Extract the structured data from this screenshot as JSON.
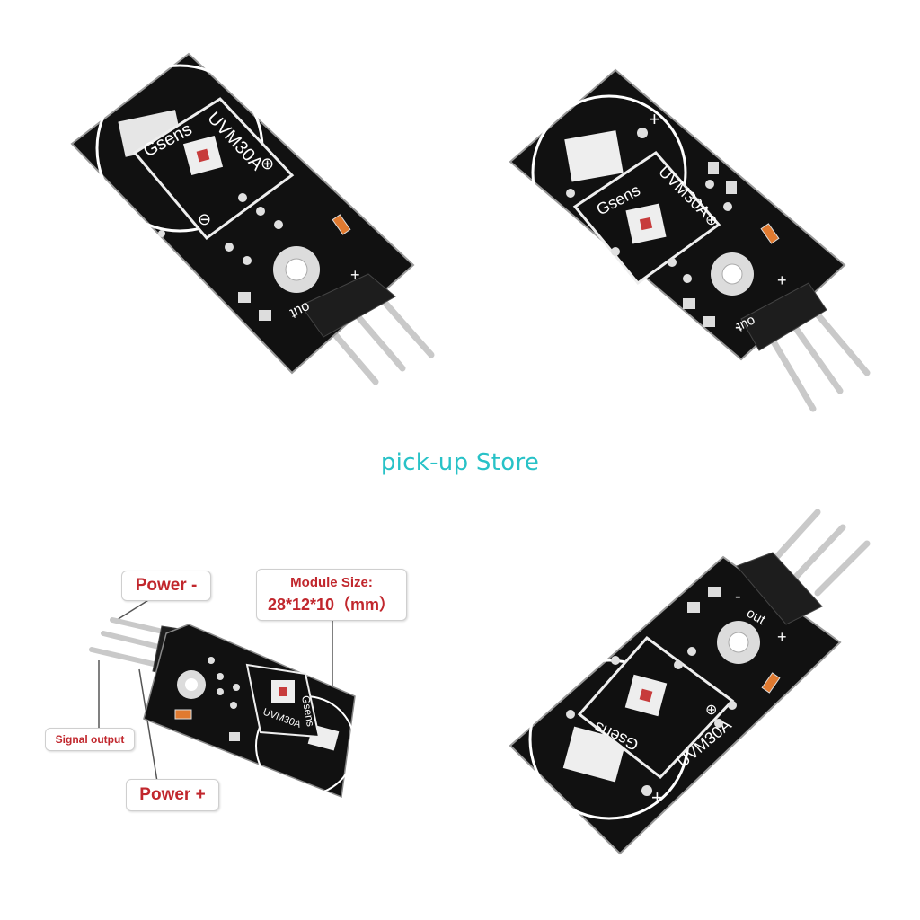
{
  "watermark": {
    "text": "pick-up Store",
    "color": "#28c2c7"
  },
  "board": {
    "pcb_color": "#111111",
    "led_color": "#c73c3c",
    "pin_color": "#c9c9c9",
    "marking_text": "Gsens",
    "model_text": "UVM30A",
    "out_label": "out",
    "plus_label": "+",
    "minus_label": "-",
    "circled_plus": "⊕",
    "circled_minus": "⊖"
  },
  "callouts": {
    "power_minus": "Power -",
    "module_size_title": "Module Size:",
    "module_size_value": "28*12*10（mm）",
    "signal_output": "Signal output",
    "power_plus": "Power +",
    "accent_color": "#c1272d"
  }
}
